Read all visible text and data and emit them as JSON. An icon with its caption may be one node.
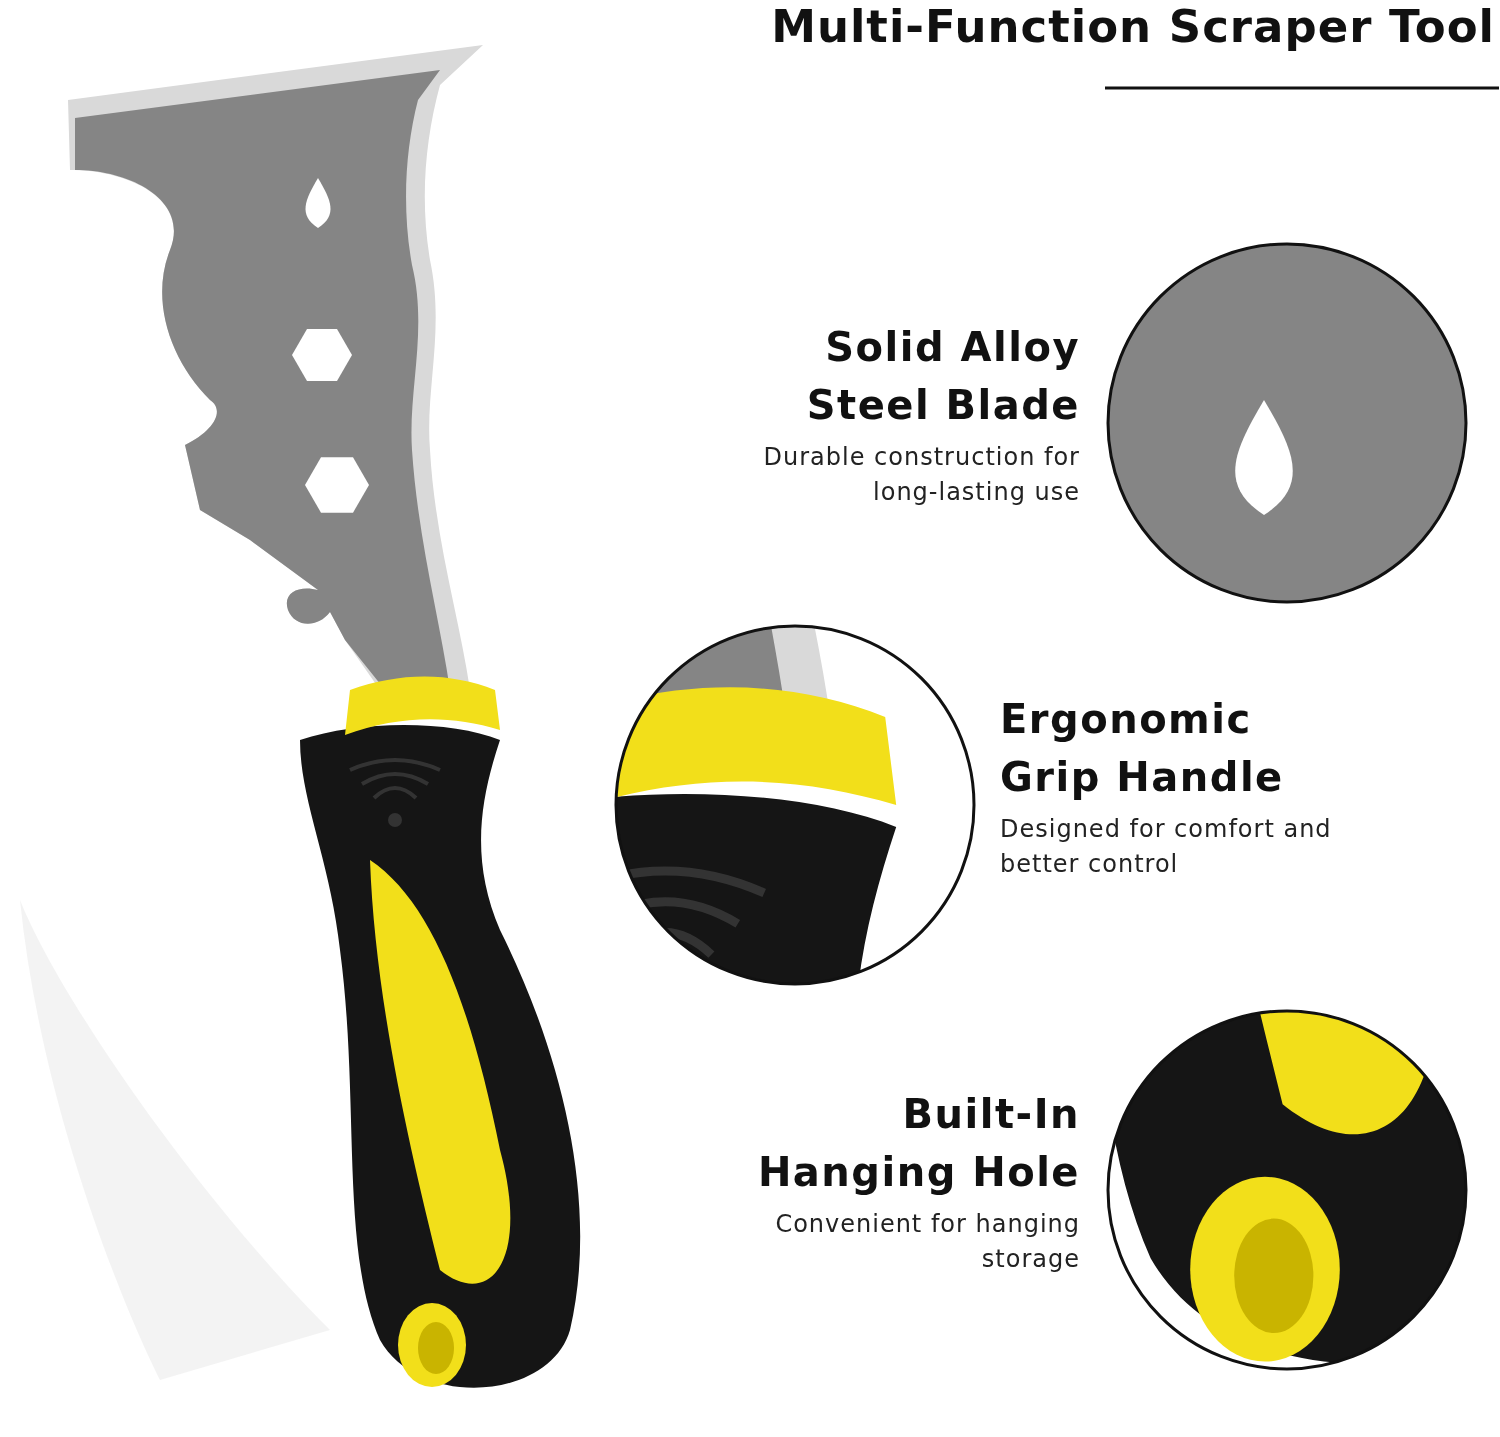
{
  "diagram": {
    "title": "Multi-Function Scraper Tool",
    "nodes": [
      {
        "text": [],
        "shape": "picture"
      },
      {
        "text": [
          "Solid Alloy Steel Blade",
          "Durable construction for long-lasting use"
        ]
      },
      {
        "text": [
          "Ergonomic Grip Handle",
          "Designed for comfort and better control"
        ]
      },
      {
        "text": [
          "Built-In Hanging Hole",
          "Convenient for hanging storage"
        ]
      }
    ],
    "edges": []
  }
}
